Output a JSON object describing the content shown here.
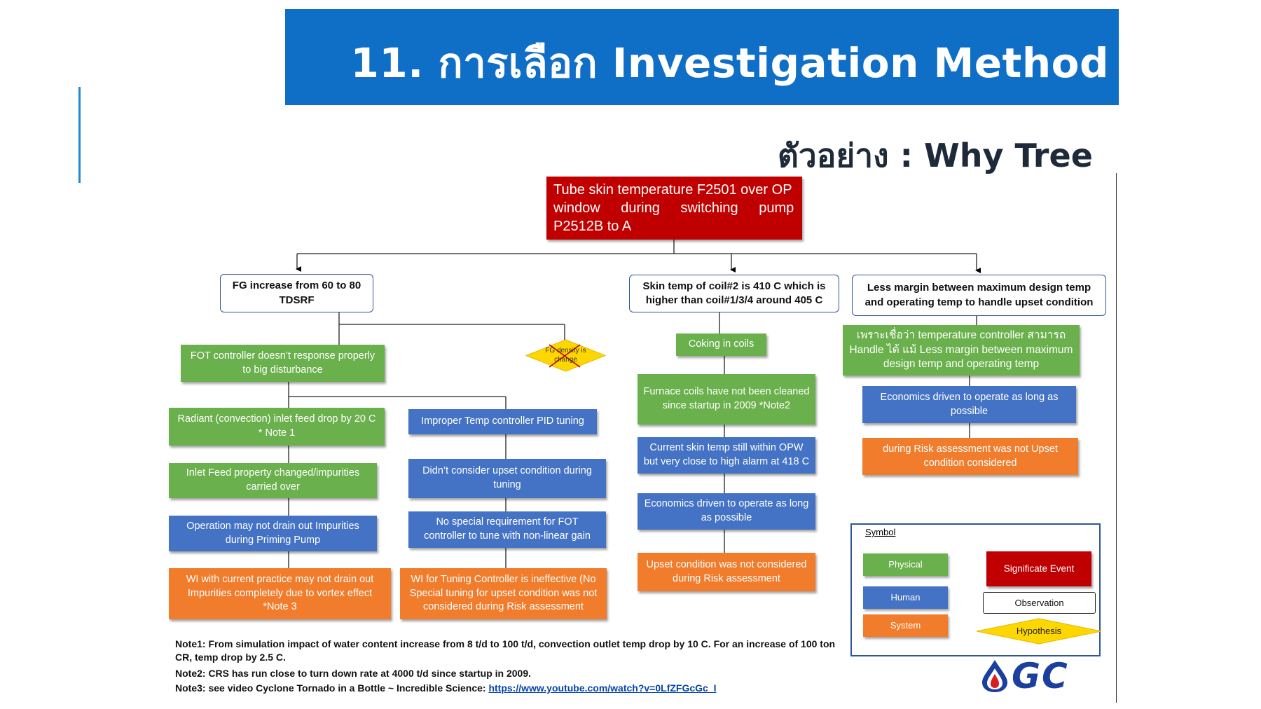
{
  "header": {
    "title": "11. การเลือก Investigation Method",
    "subtitle": "ตัวอย่าง : Why Tree"
  },
  "top_event": {
    "lines": [
      "Tube skin temperature F2501 over OP",
      "window during switching pump",
      "P2512B to A"
    ]
  },
  "branches": {
    "b1": {
      "observation": "FG increase from 60 to 80 TDSRF",
      "hypothesis": "FG density is change",
      "physical": "FOT controller doesn’t response properly to big disturbance",
      "left_chain": [
        "Radiant (convection) inlet feed drop by 20 C * Note 1",
        "Inlet Feed property changed/impurities carried over",
        "Operation may not drain out Impurities during Priming Pump",
        "WI with current practice may not drain out Impurities completely due to vortex effect *Note 3"
      ],
      "right_chain": [
        "Improper Temp controller PID tuning",
        "Didn’t consider upset condition during tuning",
        "No special requirement for FOT controller to tune with non-linear gain",
        "WI for Tuning Controller is ineffective (No Special tuning for upset condition was not considered during Risk assessment"
      ]
    },
    "b2": {
      "observation": "Skin temp of coil#2 is 410 C which is higher than coil#1/3/4 around 405 C",
      "chain": [
        "Coking in coils",
        "Furnace coils have not been cleaned since startup in 2009 *Note2",
        "Current skin temp still within OPW but very close to high alarm at 418 C",
        "Economics driven to operate as long as possible",
        "Upset condition was not considered during Risk assessment"
      ]
    },
    "b3": {
      "observation": "Less margin between maximum design temp and operating temp to handle upset condition",
      "chain": [
        "เพราะเชื่อว่า temperature controller สามารถ Handle ได้ แม้ Less margin between maximum design temp and operating temp",
        "Economics driven to operate as long as possible",
        "during Risk assessment was not Upset condition considered"
      ]
    }
  },
  "notes": {
    "note1a": "Note1: From simulation impact of water content increase from 8 t/d to 100 t/d, convection outlet temp drop by 10 C. For an increase of 100 ton",
    "note1b": "CR, temp drop by 2.5 C.",
    "note2": "Note2: CRS has run close to turn down rate at 4000 t/d since startup in 2009.",
    "note3_prefix": "Note3: see video Cyclone Tornado in a Bottle ~ Incredible Science: ",
    "note3_link": "https://www.youtube.com/watch?v=0LfZFGcGc_I"
  },
  "legend": {
    "title": "Symbol",
    "physical": "Physical",
    "human": "Human",
    "system": "System",
    "significant": "Significate Event",
    "observation": "Observation",
    "hypothesis": "Hypothesis"
  },
  "logo": {
    "text": "GC"
  },
  "colors": {
    "header_blue": "#0f6fc6",
    "physical": "#6ab04c",
    "human": "#4472c4",
    "system": "#f07c2c",
    "significant": "#c00000",
    "hypothesis": "#ffd700"
  }
}
